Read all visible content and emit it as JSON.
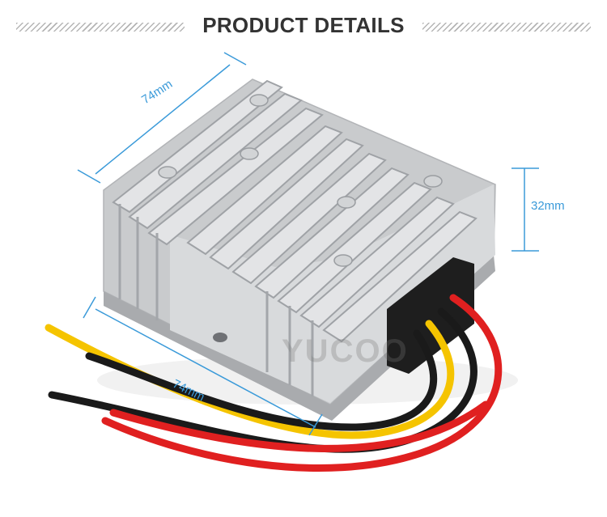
{
  "header": {
    "title": "PRODUCT DETAILS"
  },
  "dimensions": {
    "top": "74mm",
    "right": "32mm",
    "bottom": "74mm"
  },
  "watermark": "YUCOO",
  "colors": {
    "dimension_line": "#3a9ad9",
    "title": "#333333",
    "housing": "#c9cbcd",
    "wire_red": "#e02020",
    "wire_yellow": "#f5c400",
    "wire_black": "#1a1a1a"
  }
}
